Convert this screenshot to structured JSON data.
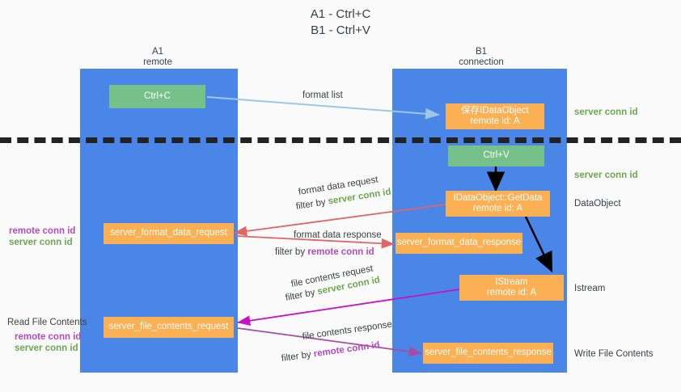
{
  "title": {
    "line1": "A1 - Ctrl+C",
    "line2": "B1 - Ctrl+V"
  },
  "lanes": [
    {
      "id": "a1",
      "name": "A1",
      "sub": "remote"
    },
    {
      "id": "b1",
      "name": "B1",
      "sub": "connection"
    }
  ],
  "boxes": {
    "ctrl_c": {
      "line1": "Ctrl+C"
    },
    "save_idataobject": {
      "line1": "保存IDataObject",
      "line2": "remote id: A"
    },
    "ctrl_v": {
      "line1": "Ctrl+V"
    },
    "getdata": {
      "line1": "IDataObject::GetData",
      "line2": "remote id: A"
    },
    "istream": {
      "line1": "IStream",
      "line2": "remote id: A"
    },
    "format_data_request": {
      "line1": "server_format_data_request"
    },
    "format_data_response": {
      "line1": "server_format_data_response"
    },
    "file_contents_request": {
      "line1": "server_file_contents_request"
    },
    "file_contents_response": {
      "line1": "server_file_contents_response"
    }
  },
  "edge_labels": {
    "format_list": "format list",
    "format_data_request": "format data request",
    "format_data_request_filter_prefix": "filter by ",
    "format_data_request_filter_key": "server conn id",
    "format_data_response": "format data response",
    "format_data_response_filter_prefix": "filter by ",
    "format_data_response_filter_key": "remote conn id",
    "file_contents_request": "file contents request",
    "file_contents_request_filter_prefix": "filter by ",
    "file_contents_request_filter_key": "server conn id",
    "file_contents_response": "file contents response",
    "file_contents_response_filter_prefix": "filter by ",
    "file_contents_response_filter_key": "remote conn id"
  },
  "right_labels": {
    "server_conn_id_top": "server conn id",
    "server_conn_id_second": "server conn id",
    "dataobject": "DataObject",
    "istream": "Istream",
    "write_file_contents": "Write File Contents"
  },
  "left_labels": {
    "remote_conn_id_mid": "remote conn id",
    "server_conn_id_mid": "server conn id",
    "read_file_contents": "Read File Contents",
    "remote_conn_id_bottom": "remote conn id",
    "server_conn_id_bottom": "server conn id"
  },
  "colors": {
    "lane": "#4a86e8",
    "green_box": "#76c189",
    "orange_box": "#fbb054",
    "green_text": "#6aa84f",
    "purple_text": "#b44ac0",
    "arrow_blue": "#9fc5e8",
    "arrow_red": "#e06666",
    "arrow_magenta": "#c90fc9",
    "arrow_purple": "#a64ca6",
    "arrow_black": "#000000"
  }
}
